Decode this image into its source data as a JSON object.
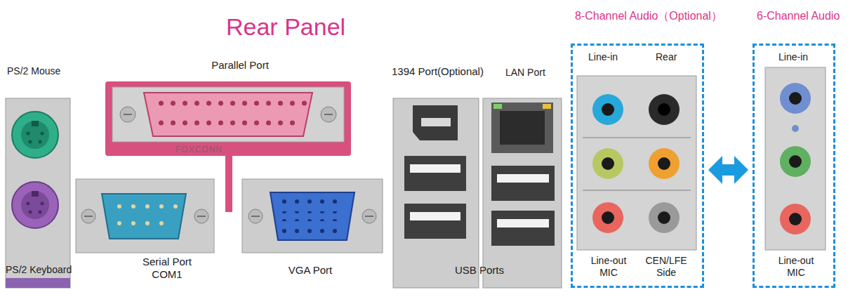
{
  "diagram": {
    "title": "Rear Panel",
    "nodes": [
      {
        "text": [
          "8-Channel Audio（Optional）",
          "Line-in",
          "Rear",
          "Line-out MIC",
          "CEN/LFE Side"
        ]
      },
      {
        "text": [
          "6-Channel Audio",
          "Line-in",
          "Line-out MIC"
        ]
      }
    ],
    "edges": [
      {
        "from": 0,
        "to": 1,
        "arrow": "both"
      }
    ],
    "labels": [
      "PS/2 Mouse",
      "Parallel Port",
      "1394 Port(Optional)",
      "LAN Port",
      "FOXCONN",
      "PS/2 Keyboard",
      "Serial Port COM1",
      "VGA Port",
      "USB Ports"
    ]
  }
}
